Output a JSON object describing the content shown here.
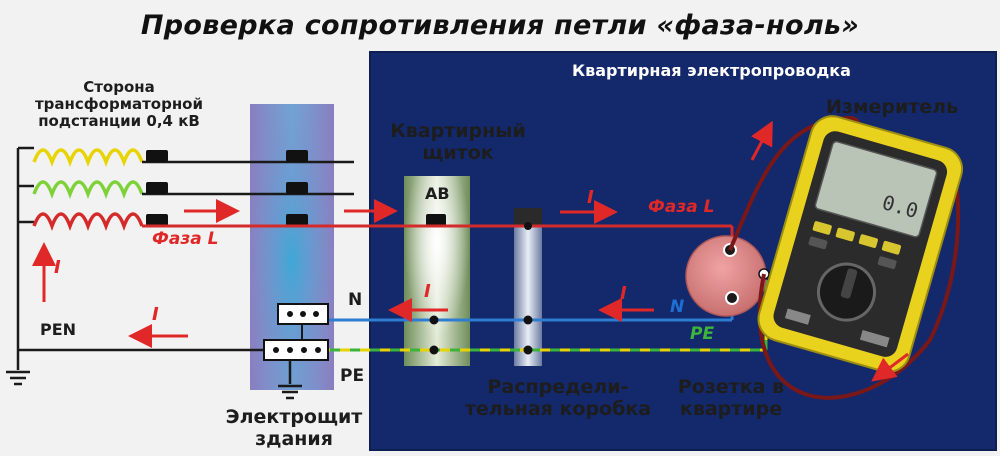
{
  "title": "Проверка сопротивления  петли «фаза-ноль»",
  "labels": {
    "apartment_wiring": "Квартирная электропроводка",
    "substation_side": [
      "Сторона",
      "трансформаторной",
      "подстанции 0,4 кВ"
    ],
    "apartment_panel": [
      "Квартирный",
      "щиток"
    ],
    "meter": "Измеритель",
    "breaker": "АВ",
    "phase_l": "Фаза L",
    "current": "I",
    "n": "N",
    "pe": "PE",
    "pen": "PEN",
    "junction_box": [
      "Распредели-",
      "тельная коробка"
    ],
    "socket": [
      "Розетка в",
      "квартире"
    ],
    "building_panel": [
      "Электрощит",
      "здания"
    ]
  },
  "colors": {
    "apartment_bg": "#14286c",
    "phase": "#d42a2a",
    "neutral": "#2d7dd2",
    "pe_yellow": "#e8d400",
    "pe_green": "#3cb43c",
    "wire_black": "#1a1a1a",
    "meter_body": "#e8d21e",
    "probe": "#7a1818"
  },
  "icons": [
    "ground-icon",
    "coil-icon",
    "breaker-icon",
    "socket-icon",
    "arrow-icon",
    "multimeter-icon"
  ]
}
